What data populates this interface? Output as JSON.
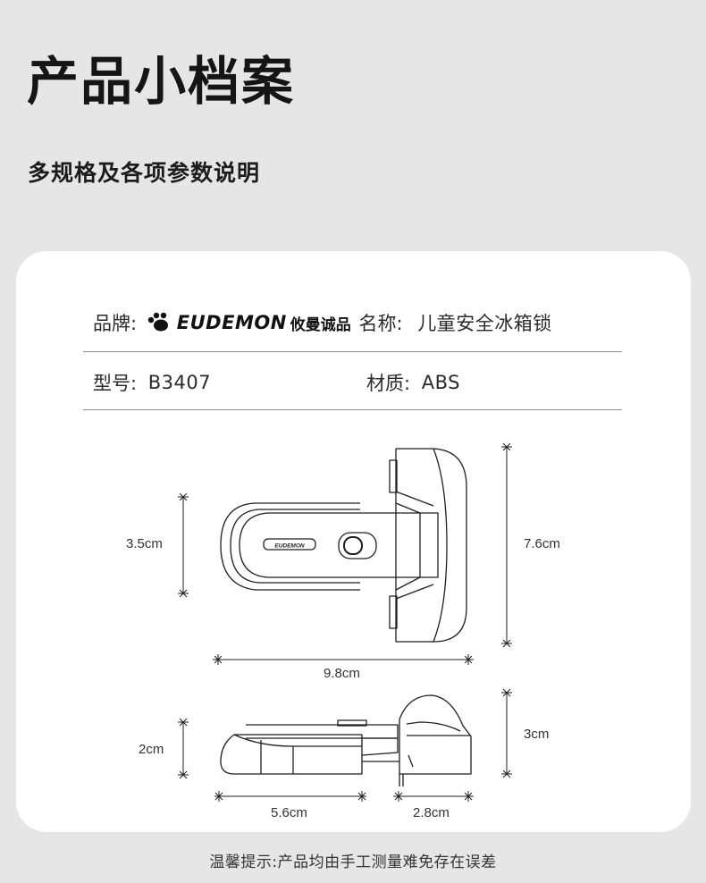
{
  "header": {
    "title": "产品小档案",
    "subtitle": "多规格及各项参数说明"
  },
  "specs": {
    "brand_label": "品牌:",
    "brand_wordmark": "EUDEMON",
    "brand_cn": "攸曼诚品",
    "name_label": "名称:",
    "name_value": "儿童安全冰箱锁",
    "model_label": "型号:",
    "model_value": "B3407",
    "material_label": "材质:",
    "material_value": "ABS"
  },
  "dimensions": {
    "top_view_height": "3.5cm",
    "top_view_total_height": "7.6cm",
    "top_view_length": "9.8cm",
    "side_view_height_left": "2cm",
    "side_view_height_right": "3cm",
    "side_view_length_left": "5.6cm",
    "side_view_length_right": "2.8cm"
  },
  "product_logo_text": "EUDEMON",
  "footer": {
    "note": "温馨提示:产品均由手工测量难免存在误差"
  },
  "colors": {
    "background": "#e6e6e6",
    "card": "#ffffff",
    "line": "#8a8a8a",
    "drawing": "#1f1f1f"
  }
}
